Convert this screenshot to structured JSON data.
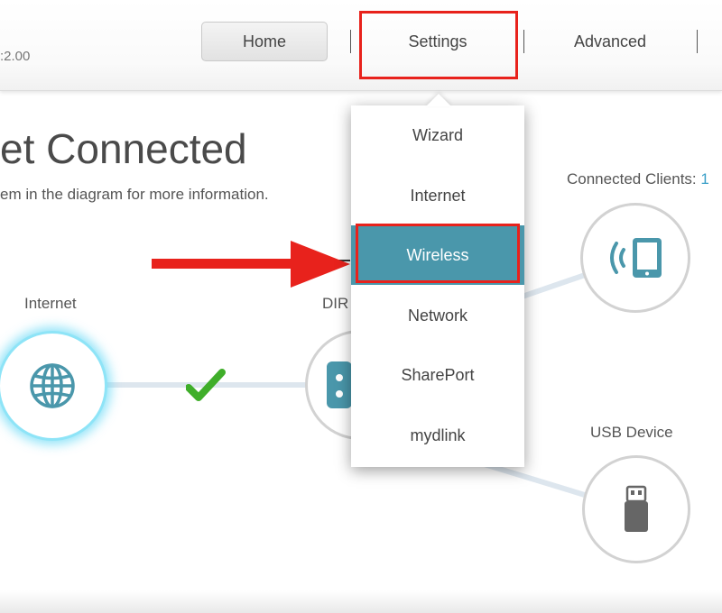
{
  "header": {
    "version": ":2.00",
    "nav": {
      "home": "Home",
      "settings": "Settings",
      "advanced": "Advanced"
    }
  },
  "page": {
    "title": "et Connected",
    "subtitle": "em in the diagram for more information."
  },
  "diagram": {
    "internet_label": "Internet",
    "router_label": "DIR",
    "clients_label": "Connected Clients: ",
    "clients_count": "1",
    "usb_label": "USB Device",
    "status": "connected"
  },
  "settings_menu": {
    "items": [
      {
        "label": "Wizard"
      },
      {
        "label": "Internet"
      },
      {
        "label": "Wireless",
        "active": true
      },
      {
        "label": "Network"
      },
      {
        "label": "SharePort"
      },
      {
        "label": "mydlink"
      }
    ]
  },
  "colors": {
    "accent": "#4a97ab",
    "annotation": "#e8221c",
    "check": "#3fae2a",
    "icon": "#4a97ab",
    "internet_glow": "#60d7f5"
  }
}
